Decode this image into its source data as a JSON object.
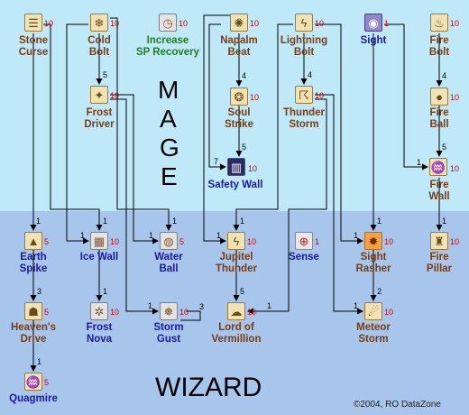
{
  "sections": {
    "mage_letters": [
      "M",
      "A",
      "G",
      "E"
    ],
    "wizard": "WIZARD"
  },
  "credit": "©2004, RO DataZone",
  "skills": {
    "stone_curse": {
      "name": "Stone\nCurse",
      "max_level": "10",
      "icon": "scroll-icon"
    },
    "cold_bolt": {
      "name": "Cold\nBolt",
      "max_level": "10",
      "icon": "scroll-icon"
    },
    "increase_sp": {
      "name": "Increase\nSP Recovery",
      "max_level": "10",
      "icon": "clock-icon"
    },
    "napalm_beat": {
      "name": "Napalm\nBeat",
      "max_level": "10",
      "icon": "scroll-icon"
    },
    "lightning_bolt": {
      "name": "Lightning\nBolt",
      "max_level": "10",
      "icon": "scroll-icon"
    },
    "sight": {
      "name": "Sight",
      "max_level": "1",
      "icon": "eye-icon"
    },
    "fire_bolt": {
      "name": "Fire\nBolt",
      "max_level": "10",
      "icon": "scroll-icon"
    },
    "frost_driver": {
      "name": "Frost\nDriver",
      "max_level": "10",
      "icon": "scroll-icon"
    },
    "soul_strike": {
      "name": "Soul\nStrike",
      "max_level": "10",
      "icon": "scroll-icon"
    },
    "thunder_storm": {
      "name": "Thunder\nStorm",
      "max_level": "10",
      "icon": "scroll-icon"
    },
    "fire_ball": {
      "name": "Fire\nBall",
      "max_level": "10",
      "icon": "scroll-icon"
    },
    "safety_wall": {
      "name": "Safety Wall",
      "max_level": "10",
      "icon": "wall-icon"
    },
    "fire_wall": {
      "name": "Fire\nWall",
      "max_level": "10",
      "icon": "scroll-icon"
    },
    "earth_spike": {
      "name": "Earth\nSpike",
      "max_level": "5",
      "icon": "spike-icon"
    },
    "ice_wall": {
      "name": "Ice Wall",
      "max_level": "10",
      "icon": "ice-wall-icon"
    },
    "water_ball": {
      "name": "Water\nBall",
      "max_level": "5",
      "icon": "water-ball-icon"
    },
    "jupitel_thunder": {
      "name": "Jupitel\nThunder",
      "max_level": "10",
      "icon": "scroll-icon"
    },
    "sense": {
      "name": "Sense",
      "max_level": "1",
      "icon": "target-icon"
    },
    "sight_rasher": {
      "name": "Sight\nRasher",
      "max_level": "10",
      "icon": "flame-icon"
    },
    "fire_pillar": {
      "name": "Fire\nPillar",
      "max_level": "10",
      "icon": "scroll-icon"
    },
    "heavens_drive": {
      "name": "Heaven's\nDrive",
      "max_level": "5",
      "icon": "scroll-icon"
    },
    "frost_nova": {
      "name": "Frost\nNova",
      "max_level": "10",
      "icon": "scroll-icon"
    },
    "storm_gust": {
      "name": "Storm\nGust",
      "max_level": "10",
      "icon": "scroll-icon"
    },
    "lord_of_vermillion": {
      "name": "Lord of\nVermillion",
      "max_level": "10",
      "icon": "scroll-icon"
    },
    "meteor_storm": {
      "name": "Meteor\nStorm",
      "max_level": "10",
      "icon": "scroll-icon"
    },
    "quagmire": {
      "name": "Quagmire",
      "max_level": "5",
      "icon": "quagmire-icon"
    }
  },
  "requirements": {
    "frost_driver_from_cold_bolt": "5",
    "soul_strike_from_napalm_beat": "4",
    "thunder_storm_from_lightning_bolt": "4",
    "fire_ball_from_fire_bolt": "4",
    "safety_wall_from_soul_strike": "5",
    "safety_wall_from_napalm_beat": "7",
    "fire_wall_from_fire_ball": "5",
    "fire_wall_from_sight": "1",
    "earth_spike_from_stone_curse": "1",
    "ice_wall_from_cold_bolt": "1",
    "ice_wall_from_stone_curse": "1",
    "water_ball_from_frost_driver": "1",
    "water_ball_from_cold_bolt": "1",
    "jupitel_thunder_from_napalm_beat": "1",
    "jupitel_thunder_from_lightning_bolt": "1",
    "sight_rasher_from_sight": "1",
    "sight_rasher_from_lightning_bolt": "1",
    "fire_pillar_from_fire_wall": "1",
    "heavens_drive_from_earth_spike": "3",
    "frost_nova_from_ice_wall": "1",
    "storm_gust_from_frost_driver": "1",
    "storm_gust_from_frost_nova": "3",
    "lord_of_vermillion_from_jupitel_thunder": "5",
    "lord_of_vermillion_from_thunder_storm": "1",
    "meteor_storm_from_sight_rasher": "2",
    "meteor_storm_from_thunder_storm": "1",
    "quagmire_from_heavens_drive": "1"
  }
}
